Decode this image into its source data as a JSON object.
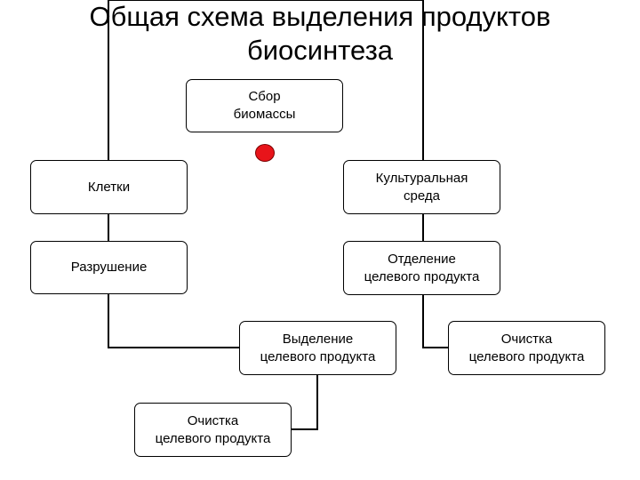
{
  "title": {
    "line1": "Общая схема выделения продуктов",
    "line2": "биосинтеза"
  },
  "nodes": {
    "biomass_collection": {
      "line1": "Сбор",
      "line2": "биомассы"
    },
    "cells": {
      "label": "Клетки"
    },
    "culture_medium": {
      "line1": "Культуральная",
      "line2": "среда"
    },
    "disruption": {
      "label": "Разрушение"
    },
    "separation": {
      "line1": "Отделение",
      "line2": "целевого продукта"
    },
    "isolation": {
      "line1": "Выделение",
      "line2": "целевого продукта"
    },
    "purification_right": {
      "line1": "Очистка",
      "line2": "целевого продукта"
    },
    "purification_bottom": {
      "line1": "Очистка",
      "line2": "целевого продукта"
    }
  },
  "colors": {
    "marker": "#e8141a",
    "line": "#000000"
  }
}
